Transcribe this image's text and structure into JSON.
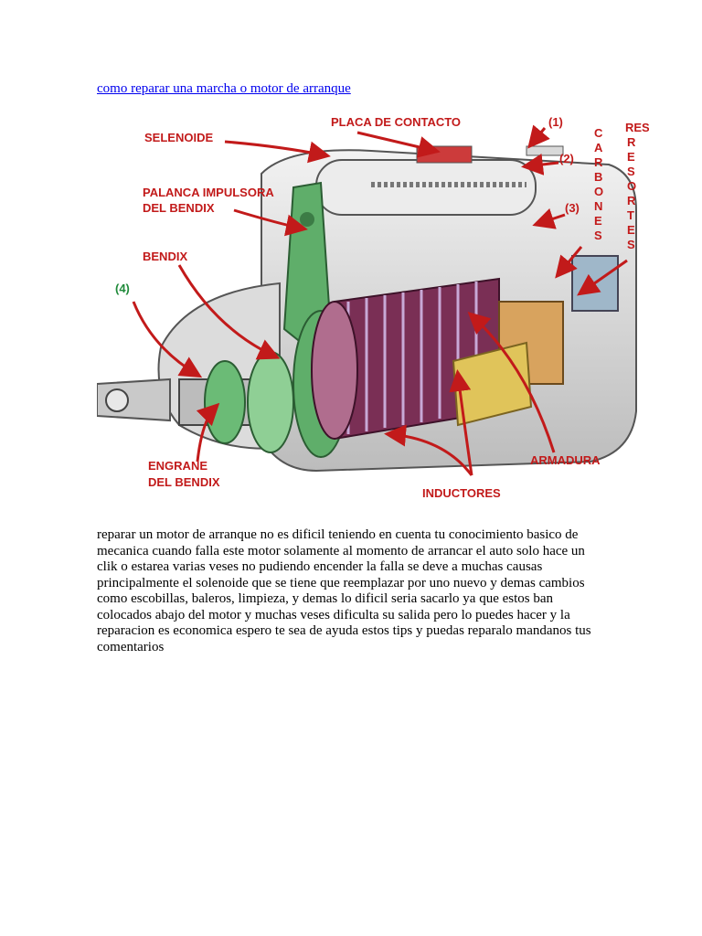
{
  "page": {
    "title_link": "como reparar una marcha o motor de arranque",
    "body": "reparar un motor de arranque no es dificil teniendo en cuenta tu conocimiento basico de mecanica cuando falla este motor solamente al momento de arrancar el auto solo hace un clik o estarea varias veses no pudiendo encender la falla se deve a muchas causas principalmente el solenoide que se tiene que reemplazar por uno nuevo y demas cambios como escobillas, baleros, limpieza, y demas lo dificil seria sacarlo ya que estos ban colocados abajo del motor y muchas veses dificulta su salida pero lo puedes hacer y la reparacion es economica espero te sea de ayuda estos tips y puedas reparalo mandanos tus comentarios"
  },
  "figure": {
    "labels": {
      "selenoide": "SELENOIDE",
      "placa": "PLACA DE CONTACTO",
      "n1": "(1)",
      "n2": "(2)",
      "n3": "(3)",
      "n4": "(4)",
      "palanca_1": "PALANCA IMPULSORA",
      "palanca_2": "DEL BENDIX",
      "bendix": "BENDIX",
      "engrane_1": "ENGRANE",
      "engrane_2": "DEL BENDIX",
      "armadura": "ARMADURA",
      "inductores": "INDUCTORES",
      "carbones": [
        "C",
        "A",
        "R",
        "B",
        "O",
        "N",
        "E",
        "S"
      ],
      "resortes_top": "RES",
      "resortes": [
        "R",
        "E",
        "S",
        "O",
        "R",
        "T",
        "E",
        "S"
      ]
    },
    "colors": {
      "label_red": "#c21a1a",
      "label_green": "#1f8a3a",
      "housing": "#e6e6e6",
      "green_parts": "#5fae6a",
      "armature": "#7a2f55",
      "coil": "#e0c45a"
    }
  }
}
